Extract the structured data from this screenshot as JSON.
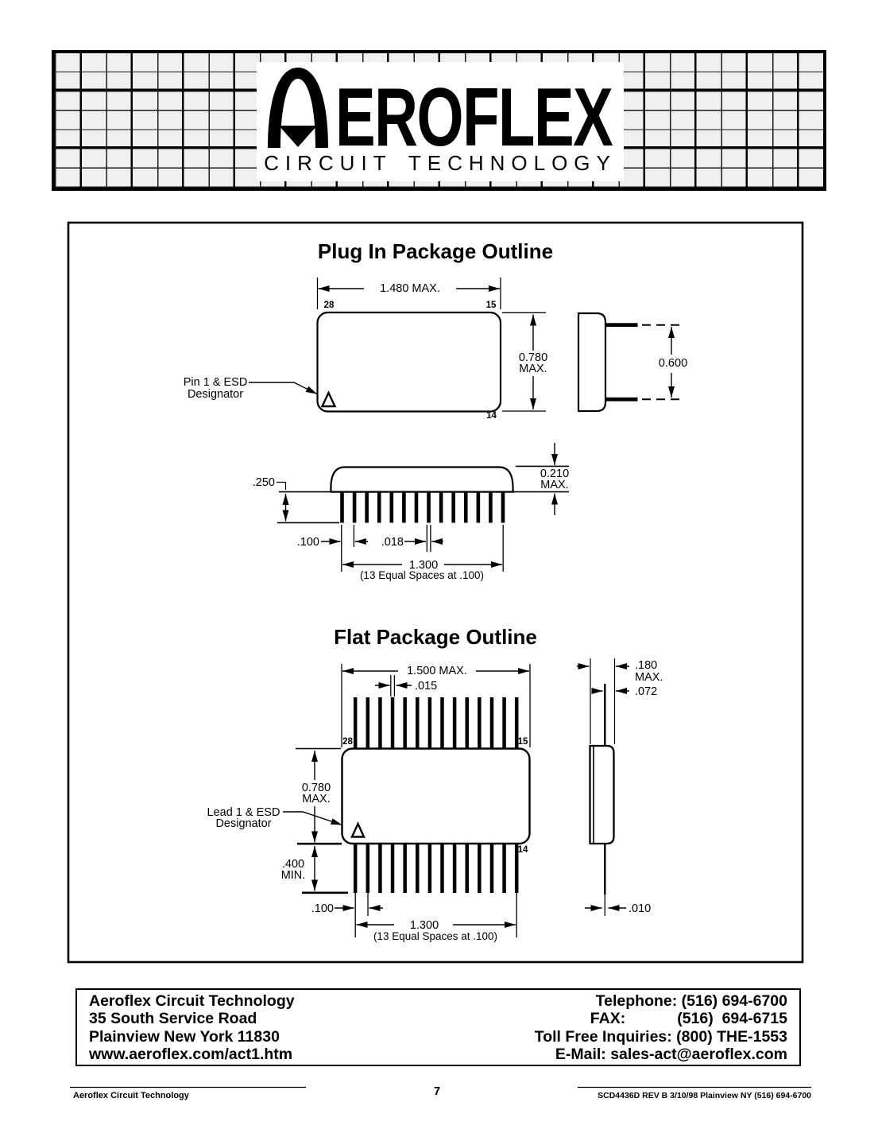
{
  "header": {
    "brand": "EROFLEX",
    "brand_sub": "CIRCUIT TECHNOLOGY",
    "logo_icon": "gateway-arch-triangle"
  },
  "plug_in": {
    "title": "Plug In Package Outline",
    "lead_count": 14,
    "pin_top_left": "28",
    "pin_top_right": "15",
    "pin_bottom_right": "14",
    "dim_width": "1.480 MAX.",
    "dim_height_line1": "0.780",
    "dim_height_line2": "MAX.",
    "esd_label_line1": "Pin 1 & ESD",
    "esd_label_line2": "Designator",
    "dim_side_pin_span": "0.600",
    "dim_lead_length": ".250",
    "dim_body_height_line1": "0.210",
    "dim_body_height_line2": "MAX.",
    "dim_lead_offset": ".100",
    "dim_lead_width": ".018",
    "dim_span": "1.300",
    "dim_span_note": "(13 Equal Spaces at .100)"
  },
  "flat": {
    "title": "Flat Package Outline",
    "lead_count": 14,
    "pin_top_left": "28",
    "pin_top_right": "15",
    "pin_bottom_right": "14",
    "dim_width": "1.500 MAX.",
    "dim_lead_width": ".015",
    "dim_height_line1": "0.780",
    "dim_height_line2": "MAX.",
    "esd_label_line1": "Lead 1 & ESD",
    "esd_label_line2": "Designator",
    "dim_lead_min_line1": ".400",
    "dim_lead_min_line2": "MIN.",
    "dim_lead_offset": ".100",
    "dim_span": "1.300",
    "dim_span_note": "(13 Equal Spaces at .100)",
    "dim_body_thickness_line1": ".180",
    "dim_body_thickness_line2": "MAX.",
    "dim_lead_standoff": ".072",
    "dim_lead_thickness": ".010"
  },
  "contact": {
    "company": "Aeroflex Circuit Technology",
    "address1": "35 South Service Road",
    "address2": "Plainview New York 11830",
    "website": "www.aeroflex.com/act1.htm",
    "telephone": "Telephone: (516) 694-6700",
    "fax": "FAX:            (516)  694-6715",
    "tollfree": "Toll Free Inquiries: (800) THE-1553",
    "email": "E-Mail: sales-act@aeroflex.com"
  },
  "page_footer": {
    "left": "Aeroflex Circuit Technology",
    "page_number": "7",
    "right": "SCD4436D REV B  3/10/98  Plainview NY (516) 694-6700"
  }
}
